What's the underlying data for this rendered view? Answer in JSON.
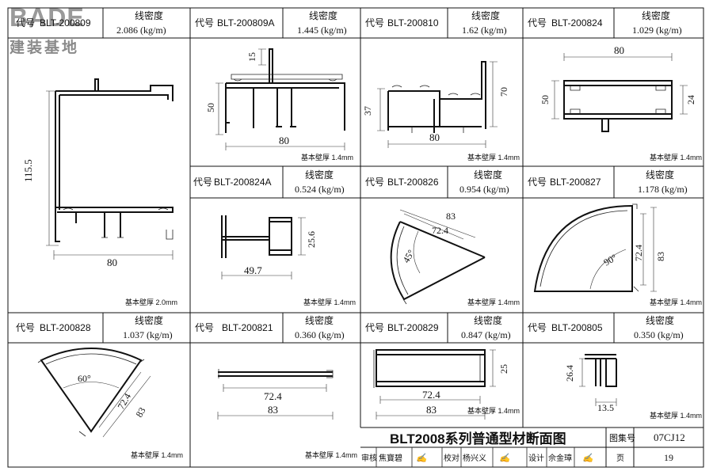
{
  "logo": {
    "text": "BADE",
    "sub": "建装基地"
  },
  "labels": {
    "code_prefix": "代号",
    "density_label": "线密度"
  },
  "cells": [
    {
      "code": "BLT-200809",
      "density": "2.086 (kg/m)",
      "wall": "基本壁厚 2.0mm",
      "dims": [
        "115.5",
        "80"
      ]
    },
    {
      "code": "BLT-200809A",
      "density": "1.445 (kg/m)",
      "wall": "基本壁厚 1.4mm",
      "dims": [
        "15",
        "50",
        "80"
      ]
    },
    {
      "code": "BLT-200810",
      "density": "1.62 (kg/m)",
      "wall": "基本壁厚 1.4mm",
      "dims": [
        "37",
        "70",
        "80"
      ]
    },
    {
      "code": "BLT-200824",
      "density": "1.029 (kg/m)",
      "wall": "基本壁厚 1.4mm",
      "dims": [
        "80",
        "50",
        "24"
      ]
    },
    {
      "code": "BLT-200824A",
      "density": "0.524 (kg/m)",
      "wall": "基本壁厚 1.4mm",
      "dims": [
        "25.6",
        "49.7"
      ]
    },
    {
      "code": "BLT-200826",
      "density": "0.954 (kg/m)",
      "wall": "基本壁厚 1.4mm",
      "dims": [
        "83",
        "72.4",
        "45°"
      ]
    },
    {
      "code": "BLT-200827",
      "density": "1.178 (kg/m)",
      "wall": "基本壁厚 1.4mm",
      "dims": [
        "90°",
        "72.4",
        "83"
      ]
    },
    {
      "code": "BLT-200828",
      "density": "1.037 (kg/m)",
      "wall": "基本壁厚 1.4mm",
      "dims": [
        "60°",
        "72.4",
        "83"
      ]
    },
    {
      "code": "BLT-200821",
      "density": "0.360 (kg/m)",
      "wall": "基本壁厚 1.4mm",
      "dims": [
        "72.4",
        "83"
      ]
    },
    {
      "code": "BLT-200829",
      "density": "0.847 (kg/m)",
      "wall": "基本壁厚 1.4mm",
      "dims": [
        "25",
        "72.4",
        "83"
      ]
    },
    {
      "code": "BLT-200805",
      "density": "0.350 (kg/m)",
      "wall": "基本壁厚 1.4mm",
      "dims": [
        "26.4",
        "13.5"
      ]
    }
  ],
  "title_block": {
    "title": "BLT2008系列普通型材断面图",
    "atlas_label": "图集号",
    "atlas_no": "07CJ12",
    "review_label": "审核",
    "reviewer": "焦寶碧",
    "check_label": "校对",
    "checker": "杨兴义",
    "design_label": "设计",
    "designer": "佘金璋",
    "page_label": "页",
    "page_no": "19"
  }
}
